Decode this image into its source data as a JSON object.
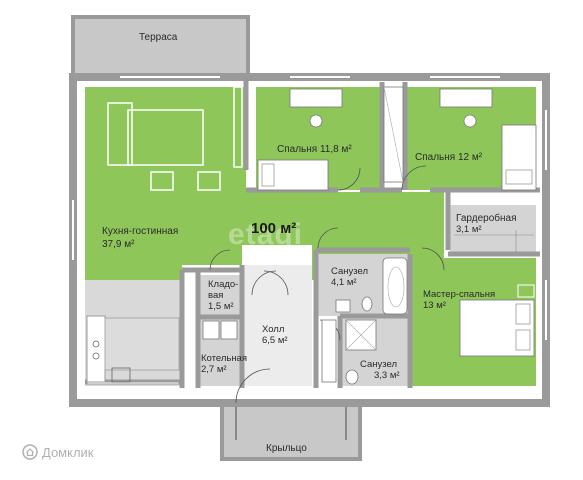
{
  "plan": {
    "total_area": "100 м²",
    "watermark": "etagi",
    "brand": "Домклик",
    "colors": {
      "green": "#8fc65a",
      "gray": "#d4d4d4",
      "wall": "#9a9a9a",
      "terrace": "#c8c8c8"
    }
  },
  "rooms": {
    "terrace": "Терраса",
    "living": {
      "name": "Кухня-гостинная",
      "area": "37,9 м²"
    },
    "bedroom1": "Спальня 11,8 м²",
    "bedroom2": "Спальня 12 м²",
    "wardrobe": {
      "name": "Гардеробная",
      "area": "3,1 м²"
    },
    "pantry": {
      "name1": "Кладо-",
      "name2": "вая",
      "area": "1,5 м²"
    },
    "boiler": {
      "name": "Котельная",
      "area": "2,7 м²"
    },
    "hall": {
      "name": "Холл",
      "area": "6,5 м²"
    },
    "bath1": {
      "name": "Санузел",
      "area": "4,1 м²"
    },
    "bath2": {
      "name": "Санузел",
      "area": "3,3 м²"
    },
    "master": {
      "name": "Мастер-спальня",
      "area": "13 м²"
    },
    "porch": "Крыльцо"
  }
}
